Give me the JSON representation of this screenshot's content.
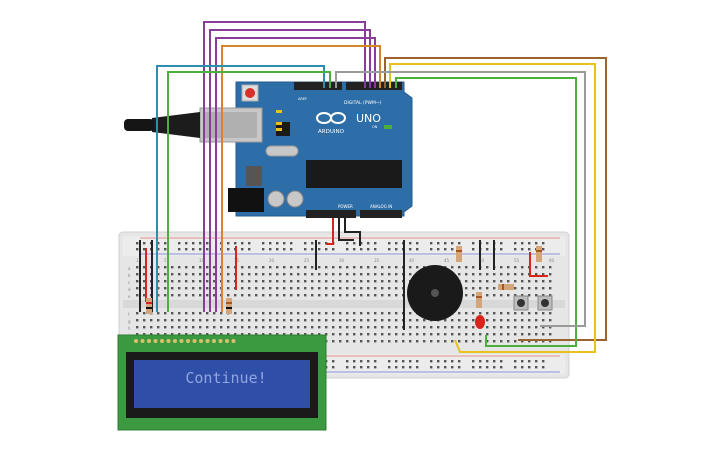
{
  "arduino": {
    "logo": "UNO",
    "brand": "ARDUINO",
    "digital_header": "DIGITAL (PWM~)",
    "power_header": "POWER",
    "analog_header": "ANALOG IN",
    "led_labels": [
      "L",
      "TX",
      "RX"
    ],
    "on_label": "ON",
    "aref_label": "AREF",
    "gnd_label": "GND"
  },
  "lcd": {
    "text": "Continue!"
  },
  "breadboard": {
    "row_numbers": [
      "1",
      "5",
      "10",
      "15",
      "20",
      "25",
      "30",
      "35",
      "40",
      "45",
      "50",
      "55",
      "60"
    ],
    "row_letters": [
      "a",
      "b",
      "c",
      "d",
      "e",
      "f",
      "g",
      "h",
      "i",
      "j"
    ]
  },
  "colors": {
    "board": "#2e6ea8",
    "breadboard": "#e4e4e4",
    "lcd_pcb": "#3b9a3f",
    "lcd_screen": "#2f4ea8",
    "lcd_text": "#8fa6e0",
    "wire_purple": "#8a3c9a",
    "wire_orange": "#d4862b",
    "wire_teal": "#2a8fb0",
    "wire_green": "#4caf3e",
    "wire_red": "#d9241c",
    "wire_black": "#222222",
    "wire_yellow": "#e8c21a",
    "wire_gray": "#9a9a9a",
    "wire_brown": "#9a6430"
  }
}
